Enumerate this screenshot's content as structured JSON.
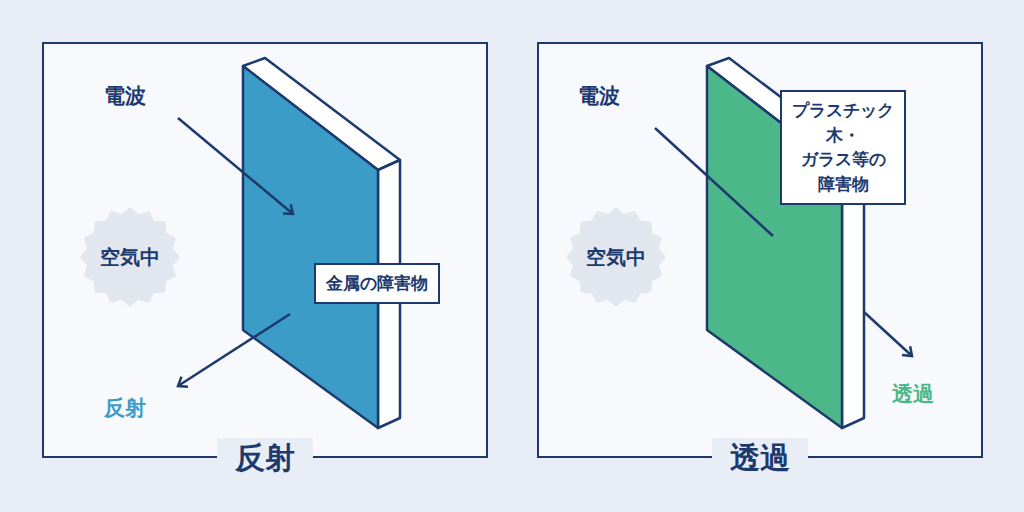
{
  "diagram": {
    "nodes": [
      {
        "text": [
          "反射"
        ]
      },
      {
        "text": [
          "空気中"
        ],
        "in": 0
      },
      {
        "text": [
          "金属の障害物"
        ],
        "in": 0
      },
      {
        "text": [
          "透過"
        ]
      },
      {
        "text": [
          "空気中"
        ],
        "in": 3
      },
      {
        "text": [
          "プラスチック 木・ガラス等の 障害物"
        ],
        "in": 3
      }
    ],
    "labels": [
      "電波",
      "反射",
      "電波",
      "透過"
    ]
  }
}
